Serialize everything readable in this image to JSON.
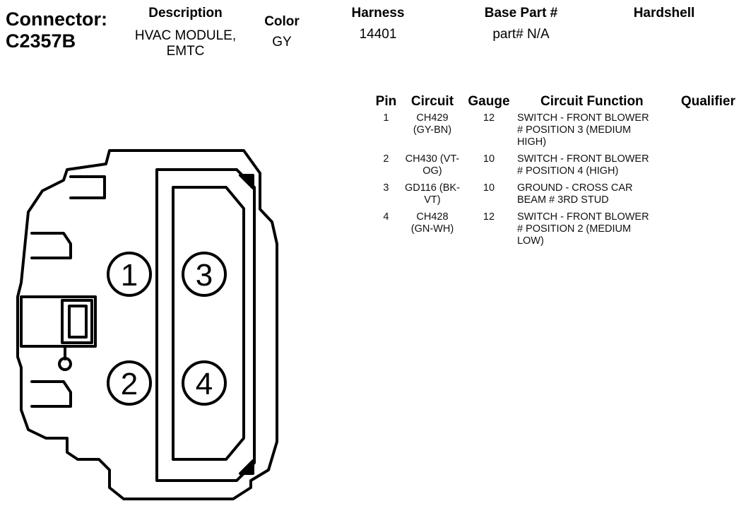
{
  "connector": {
    "label": "Connector:",
    "id": "C2357B"
  },
  "description": {
    "header": "Description",
    "line1": "HVAC MODULE,",
    "line2": "EMTC"
  },
  "color": {
    "header": "Color",
    "value": "GY"
  },
  "harness": {
    "header": "Harness",
    "value": "14401"
  },
  "base_part": {
    "header": "Base Part #",
    "value": "part# N/A"
  },
  "hardshell": {
    "header": "Hardshell",
    "value": ""
  },
  "pin_table": {
    "headers": {
      "pin": "Pin",
      "circuit": "Circuit",
      "gauge": "Gauge",
      "function": "Circuit Function",
      "qualifier": "Qualifier"
    },
    "rows": [
      {
        "pin": "1",
        "circuit_a": "CH429",
        "circuit_b": "(GY-BN)",
        "gauge": "12",
        "func1": "SWITCH - FRONT BLOWER",
        "func2": "# POSITION 3 (MEDIUM",
        "func3": "HIGH)",
        "qualifier": ""
      },
      {
        "pin": "2",
        "circuit_a": "CH430 (VT-",
        "circuit_b": "OG)",
        "gauge": "10",
        "func1": "SWITCH - FRONT BLOWER",
        "func2": "# POSITION 4 (HIGH)",
        "func3": "",
        "qualifier": ""
      },
      {
        "pin": "3",
        "circuit_a": "GD116 (BK-",
        "circuit_b": "VT)",
        "gauge": "10",
        "func1": "GROUND - CROSS CAR",
        "func2": "BEAM # 3RD STUD",
        "func3": "",
        "qualifier": ""
      },
      {
        "pin": "4",
        "circuit_a": "CH428",
        "circuit_b": "(GN-WH)",
        "gauge": "12",
        "func1": "SWITCH - FRONT BLOWER",
        "func2": "# POSITION 2 (MEDIUM",
        "func3": "LOW)",
        "qualifier": ""
      }
    ]
  },
  "diagram": {
    "pin_labels": [
      "1",
      "3",
      "2",
      "4"
    ]
  }
}
